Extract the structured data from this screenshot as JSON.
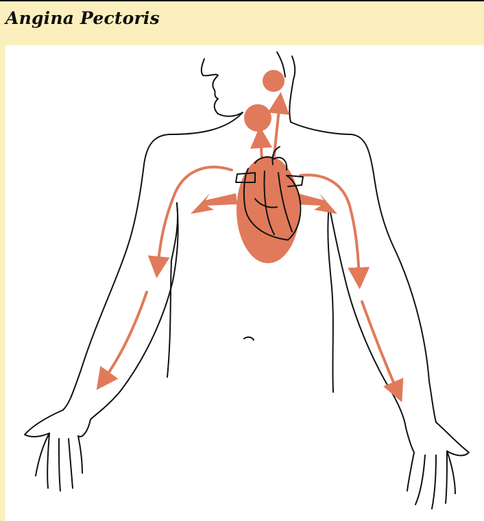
{
  "header": {
    "title": "Angina Pectoris"
  },
  "colors": {
    "background": "#fdf0bf",
    "panel": "#ffffff",
    "pain_region": "#e07a5a",
    "pain_arrow": "#e07a5a",
    "outline": "#111111"
  },
  "figure": {
    "subject": "upper-body-outline",
    "pain_regions": [
      "jaw",
      "throat",
      "chest-sternum"
    ],
    "radiation_paths": [
      "left-shoulder-arm",
      "right-shoulder-arm",
      "neck-jaw"
    ]
  }
}
